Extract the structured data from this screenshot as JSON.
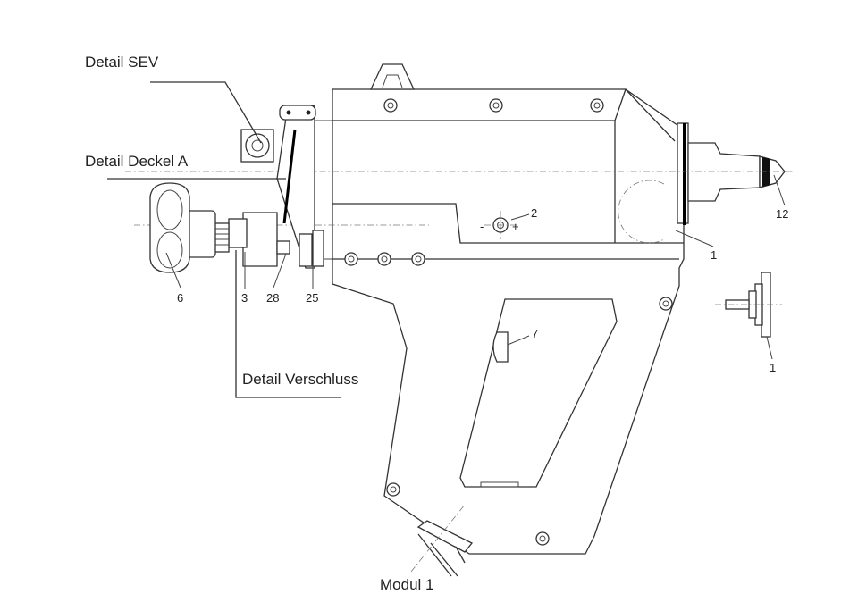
{
  "callouts": {
    "detail_sev": "Detail SEV",
    "detail_deckel_a": "Detail Deckel A",
    "detail_verschluss": "Detail Verschluss",
    "modul_1": "Modul 1"
  },
  "part_numbers": {
    "p2": "2",
    "minus": "-",
    "plus": "+",
    "p12": "12",
    "p1_main": "1",
    "p1_part": "1",
    "p7": "7",
    "p6": "6",
    "p3": "3",
    "p28": "28",
    "p25": "25"
  }
}
